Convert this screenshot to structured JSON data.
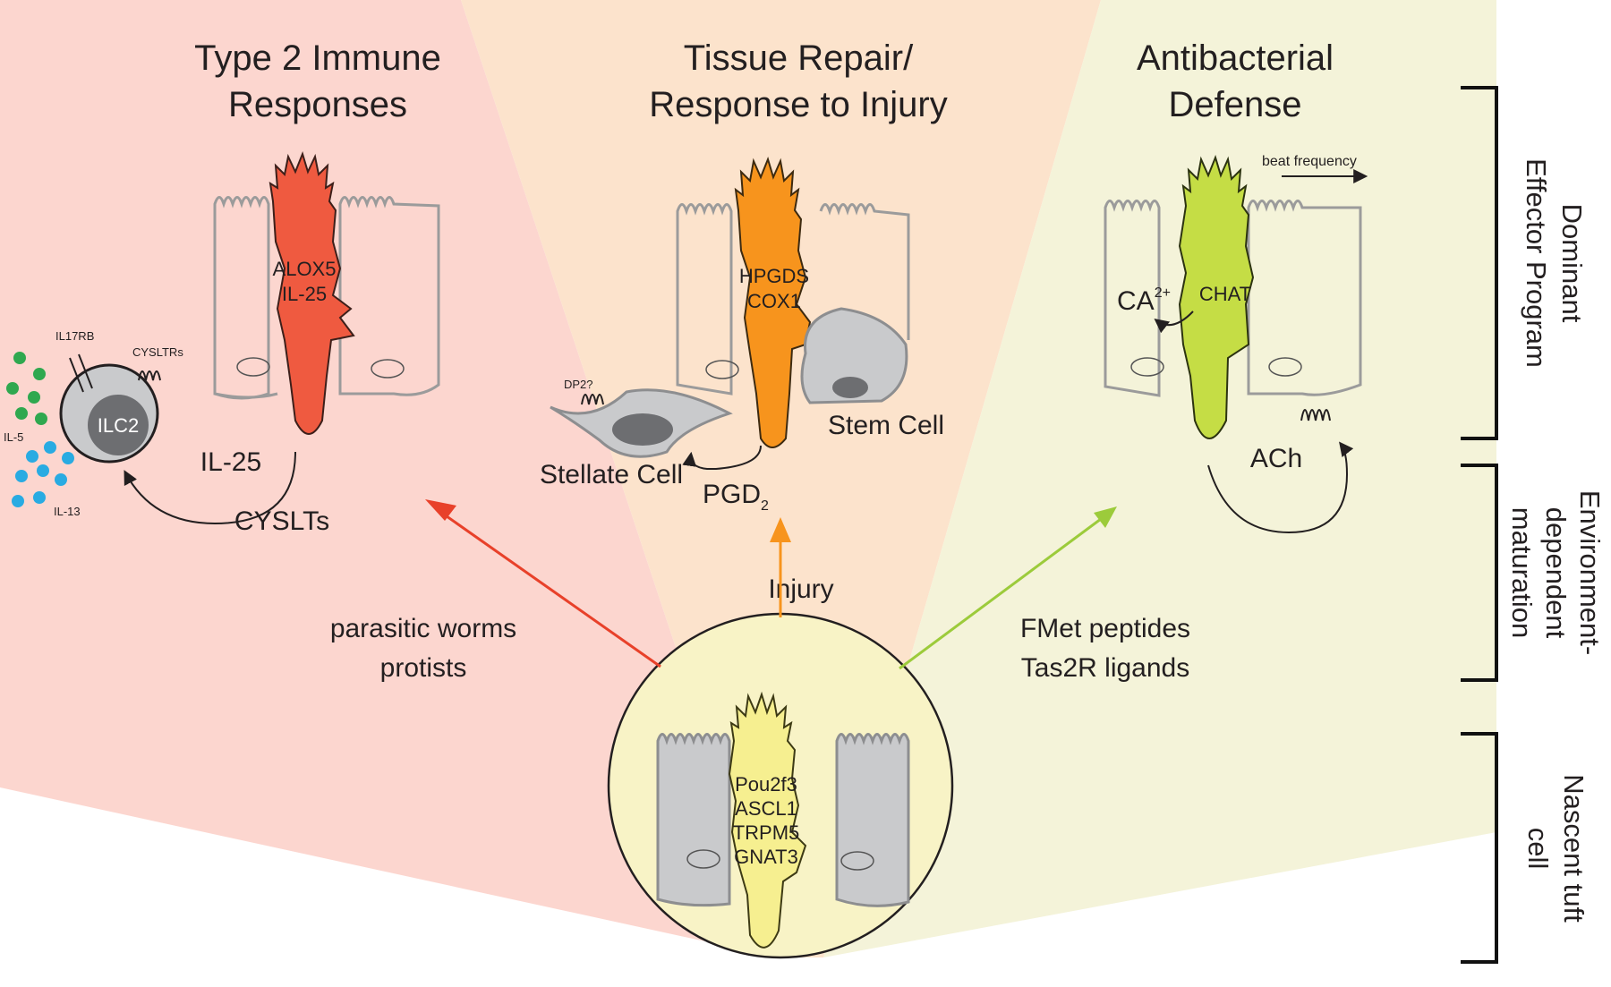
{
  "panels": {
    "type2": {
      "title_line1": "Type 2 Immune",
      "title_line2": "Responses",
      "cell_label_1": "ALOX5",
      "cell_label_2": "IL-25",
      "il25": "IL-25",
      "cyslts": "CYSLTs",
      "ilc2": "ILC2",
      "il17rb": "IL17RB",
      "cysltrs": "CYSLTRs",
      "il5": "IL-5",
      "il13": "IL-13",
      "trigger_line1": "parasitic worms",
      "trigger_line2": "protists"
    },
    "repair": {
      "title_line1": "Tissue Repair/",
      "title_line2": "Response to Injury",
      "cell_label_1": "HPGDS",
      "cell_label_2": "COX1",
      "stem_cell": "Stem Cell",
      "stellate_cell": "Stellate Cell",
      "dp2": "DP2?",
      "pgd_main": "PGD",
      "pgd_sub": "2",
      "trigger": "Injury"
    },
    "antibacterial": {
      "title_line1": "Antibacterial",
      "title_line2": "Defense",
      "cell_label": "CHAT",
      "beat_frequency": "beat frequency",
      "ca_main": "CA",
      "ca_sup": "2+",
      "ach": "ACh",
      "trigger_line1": "FMet peptides",
      "trigger_line2": "Tas2R ligands"
    },
    "nascent": {
      "markers": [
        "Pou2f3",
        "ASCL1",
        "TRPM5",
        "GNAT3"
      ]
    }
  },
  "side_labels": {
    "dominant": [
      "Dominant",
      "Effector Program"
    ],
    "environment": [
      "Environment-",
      "dependent",
      "maturation"
    ],
    "nascent": [
      "Nascent tuft",
      "cell"
    ]
  },
  "colors": {
    "bg_type2": "#fcd6cf",
    "bg_repair": "#fce3cc",
    "bg_antibacterial": "#f4f3d9",
    "circle": "#f8f3c6",
    "tuft_red": "#ef5a40",
    "tuft_orange": "#f7941d",
    "tuft_green": "#c5dd45",
    "tuft_yellow": "#f6ef90",
    "arrow_red": "#e8412a",
    "arrow_orange": "#f7941d",
    "arrow_green": "#9ccb3b",
    "il5_dots": "#2fa84f",
    "il13_dots": "#29abe2",
    "grey_cell": "#c9cacc",
    "grey_nucleus": "#6d6e71"
  },
  "icons": [
    "ilc2-cell-icon",
    "stellate-cell-icon",
    "stem-cell-icon",
    "tuft-cell-icon",
    "receptor-icon",
    "arrow-icon"
  ]
}
